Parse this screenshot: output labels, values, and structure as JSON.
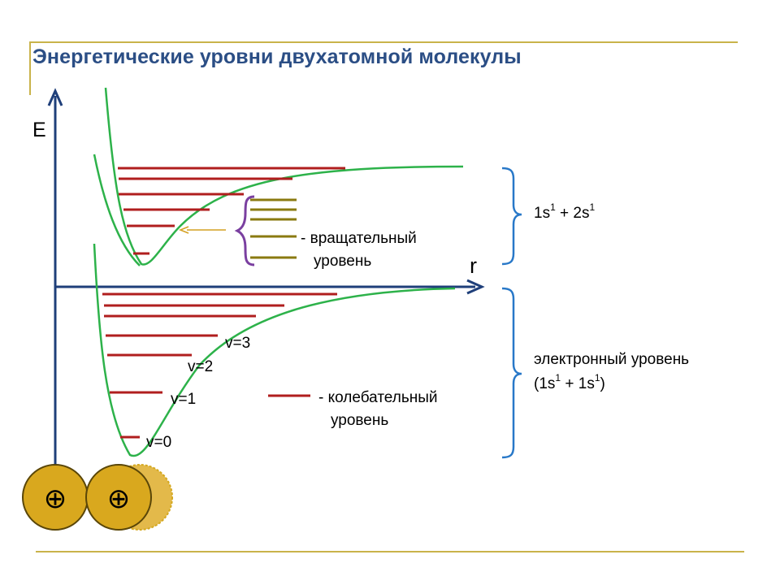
{
  "slide": {
    "title": "Энергетические уровни двухатомной молекулы"
  },
  "diagram": {
    "axis_y_label": "E",
    "axis_x_label": "r",
    "upper_state": {
      "label_main": "1s",
      "label_sup1": "1",
      "label_plus": " + 2s",
      "label_sup2": "1"
    },
    "lower_state": {
      "label_line1": "электронный уровень",
      "label_line2_a": "(1s",
      "label_line2_sup1": "1",
      "label_line2_b": " + 1s",
      "label_line2_sup2": "1",
      "label_line2_c": ")"
    },
    "rotational_legend": {
      "line1": "- вращательный",
      "line2": "уровень"
    },
    "vibrational_legend": {
      "line1": "- колебательный",
      "line2": "уровень"
    },
    "vibrational_labels": [
      "v=0",
      "v=1",
      "v=2",
      "v=3"
    ],
    "nucleus_symbol": "⊕",
    "colors": {
      "title": "#2b4e85",
      "axis": "#1f3f7a",
      "potential_curve": "#2db24a",
      "vibrational_level": "#b01e1e",
      "rotational_level": "#8a7a10",
      "bracket": "#2878c8",
      "rotational_brace": "#7a3fa0",
      "nucleus": "#d4a820",
      "frame_accent": "#c9b34a"
    }
  }
}
